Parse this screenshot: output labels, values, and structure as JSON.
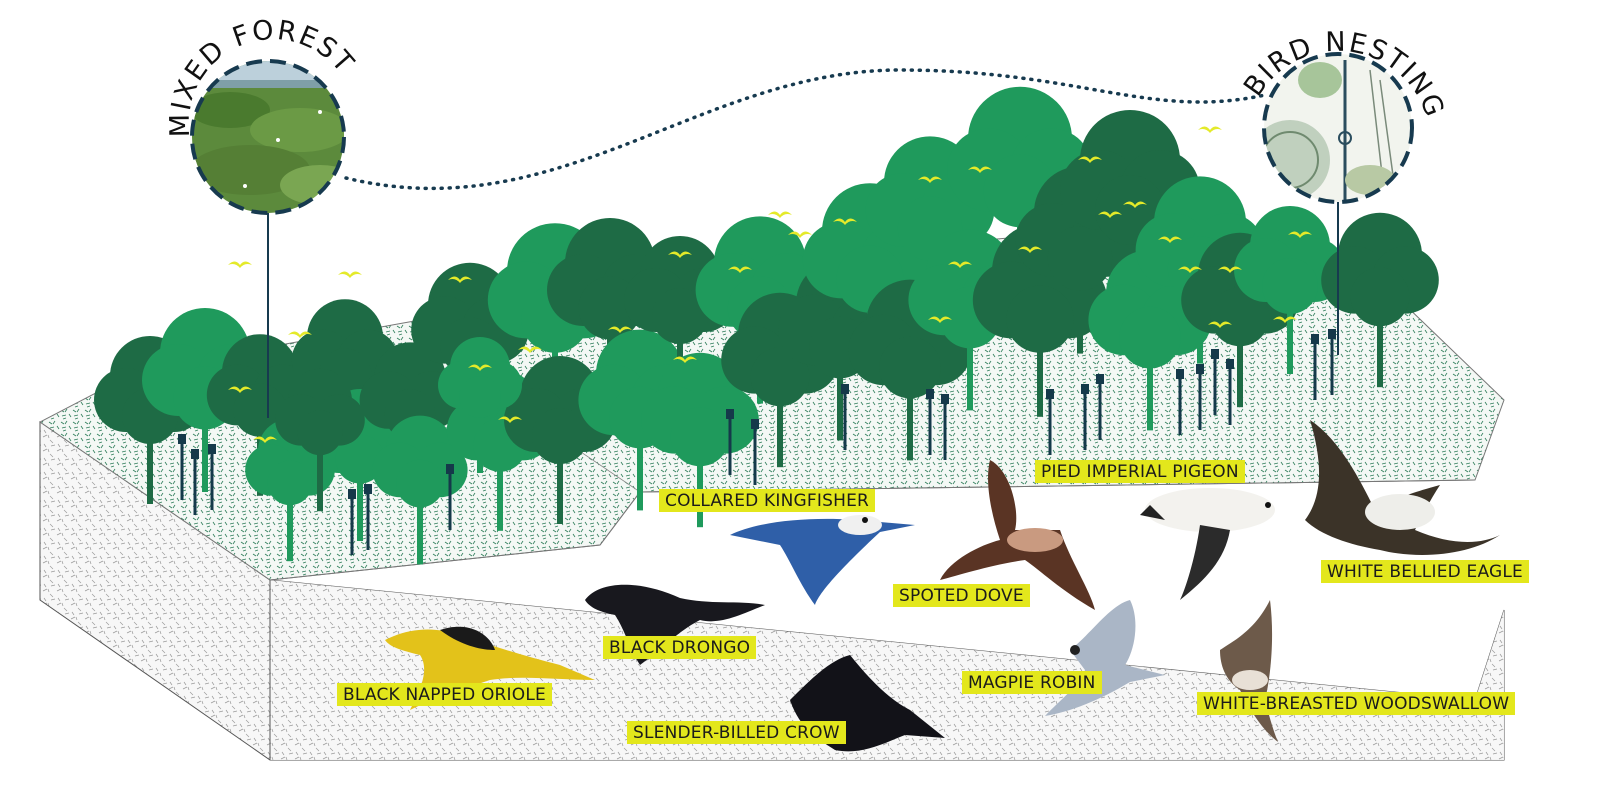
{
  "callouts": {
    "mixed_forest": "MIXED FOREST",
    "bird_nesting": "BIRD NESTING"
  },
  "bird_labels": {
    "collared_kingfisher": "COLLARED KINGFISHER",
    "pied_imperial_pigeon": "PIED IMPERIAL PIGEON",
    "spoted_dove": "SPOTED DOVE",
    "white_bellied_eagle": "WHITE BELLIED EAGLE",
    "black_drongo": "BLACK DRONGO",
    "black_napped_oriole": "BLACK NAPPED ORIOLE",
    "magpie_robin": "MAGPIE ROBIN",
    "white_breasted_woodswallow": "WHITE-BREASTED WOODSWALLOW",
    "slender_billed_crow": "SLENDER-BILLED CROW"
  },
  "colors": {
    "label_bg": "#e3e71c",
    "tree_dark": "#1e6b45",
    "tree_light": "#1f9a5c",
    "post": "#15394a",
    "circle_ring": "#173a4f",
    "bird_icon": "#e4ea2a"
  }
}
